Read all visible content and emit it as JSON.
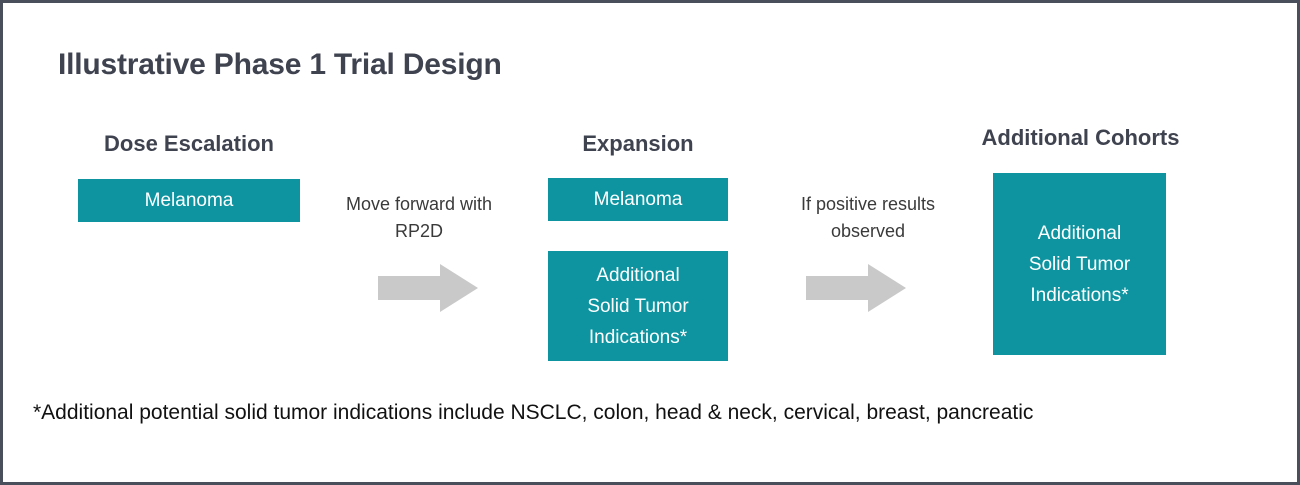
{
  "slide": {
    "title": "Illustrative Phase 1 Trial Design",
    "border_color": "#4a4f5c",
    "background": "#ffffff"
  },
  "colors": {
    "teal": "#0e94a0",
    "header_text": "#3f4350",
    "arrow_gray": "#c9c9c9",
    "body_text": "#111111"
  },
  "stages": [
    {
      "header": "Dose  Escalation",
      "boxes": [
        {
          "lines": [
            "Melanoma"
          ]
        }
      ]
    },
    {
      "header": "Expansion",
      "boxes": [
        {
          "lines": [
            "Melanoma"
          ]
        },
        {
          "lines": [
            "Additional",
            "Solid Tumor",
            "Indications*"
          ]
        }
      ]
    },
    {
      "header": "Additional Cohorts",
      "boxes": [
        {
          "lines": [
            "Additional",
            "Solid Tumor",
            "Indications*"
          ]
        }
      ]
    }
  ],
  "connectors": [
    {
      "label_line_1": "Move forward with",
      "label_line_2": "RP2D",
      "icon": "right-block-arrow-icon"
    },
    {
      "label_line_1": "If positive results",
      "label_line_2": "observed",
      "icon": "right-block-arrow-icon"
    }
  ],
  "footnote": "*Additional potential solid tumor indications include NSCLC, colon, head & neck, cervical, breast, pancreatic"
}
